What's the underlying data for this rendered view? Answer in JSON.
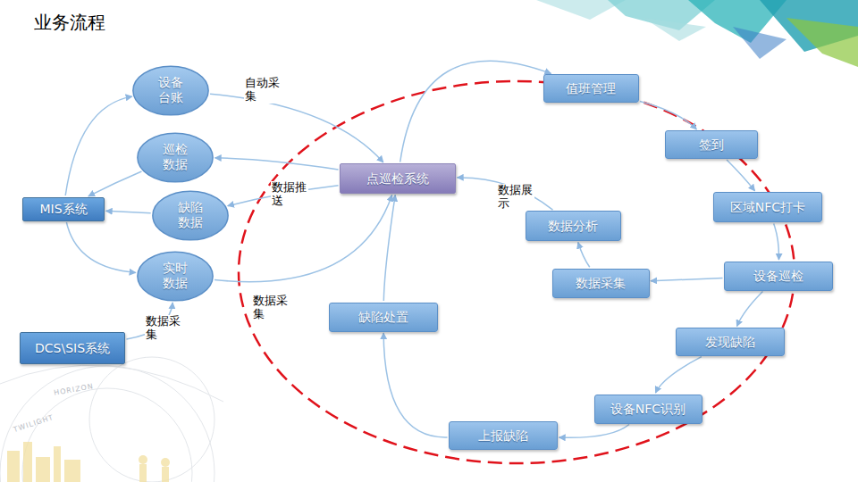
{
  "diagram": {
    "title": "业务流程",
    "nodes": [
      {
        "text": [
          "设备台账"
        ]
      },
      {
        "text": [
          "巡检数据"
        ]
      },
      {
        "text": [
          "MIS系统"
        ]
      },
      {
        "text": [
          "缺陷数据"
        ]
      },
      {
        "text": [
          "实时数据"
        ]
      },
      {
        "text": [
          "DCS\\SIS系统"
        ]
      },
      {
        "text": [
          "点巡检系统"
        ]
      },
      {
        "text": [
          "值班管理"
        ]
      },
      {
        "text": [
          "签到"
        ]
      },
      {
        "text": [
          "区域NFC打卡"
        ]
      },
      {
        "text": [
          "数据分析"
        ]
      },
      {
        "text": [
          "设备巡检"
        ]
      },
      {
        "text": [
          "数据采集"
        ]
      },
      {
        "text": [
          "缺陷处置"
        ]
      },
      {
        "text": [
          "发现缺陷"
        ]
      },
      {
        "text": [
          "设备NFC识别"
        ]
      },
      {
        "text": [
          "上报缺陷"
        ]
      }
    ],
    "edges": [
      {
        "from": 2,
        "to": 0,
        "arrow": "to"
      },
      {
        "from": 1,
        "to": 2,
        "arrow": "to"
      },
      {
        "from": 3,
        "to": 2,
        "arrow": "to"
      },
      {
        "from": 2,
        "to": 4,
        "arrow": "to"
      },
      {
        "from": 0,
        "to": 6,
        "label": "自动采集",
        "arrow": "to"
      },
      {
        "from": 6,
        "to": 1,
        "arrow": "to"
      },
      {
        "from": 6,
        "to": 3,
        "label": "数据推送",
        "arrow": "to"
      },
      {
        "from": 4,
        "to": 6,
        "label": "数据采集",
        "arrow": "to"
      },
      {
        "from": 5,
        "to": 4,
        "label": "数据采集",
        "arrow": "to"
      },
      {
        "from": 6,
        "to": 7,
        "arrow": "to"
      },
      {
        "from": 7,
        "to": 8,
        "arrow": "to"
      },
      {
        "from": 8,
        "to": 9,
        "arrow": "to"
      },
      {
        "from": 9,
        "to": 11,
        "arrow": "to"
      },
      {
        "from": 11,
        "to": 12,
        "arrow": "to"
      },
      {
        "from": 12,
        "to": 10,
        "arrow": "to"
      },
      {
        "from": 10,
        "to": 6,
        "label": "数据展示",
        "arrow": "to"
      },
      {
        "from": 11,
        "to": 14,
        "arrow": "to"
      },
      {
        "from": 14,
        "to": 15,
        "arrow": "to"
      },
      {
        "from": 15,
        "to": 16,
        "arrow": "to"
      },
      {
        "from": 16,
        "to": 13,
        "arrow": "to"
      },
      {
        "from": 13,
        "to": 6,
        "arrow": "to"
      }
    ],
    "labels": [
      "TWILIGHT",
      "HORIZON"
    ]
  }
}
